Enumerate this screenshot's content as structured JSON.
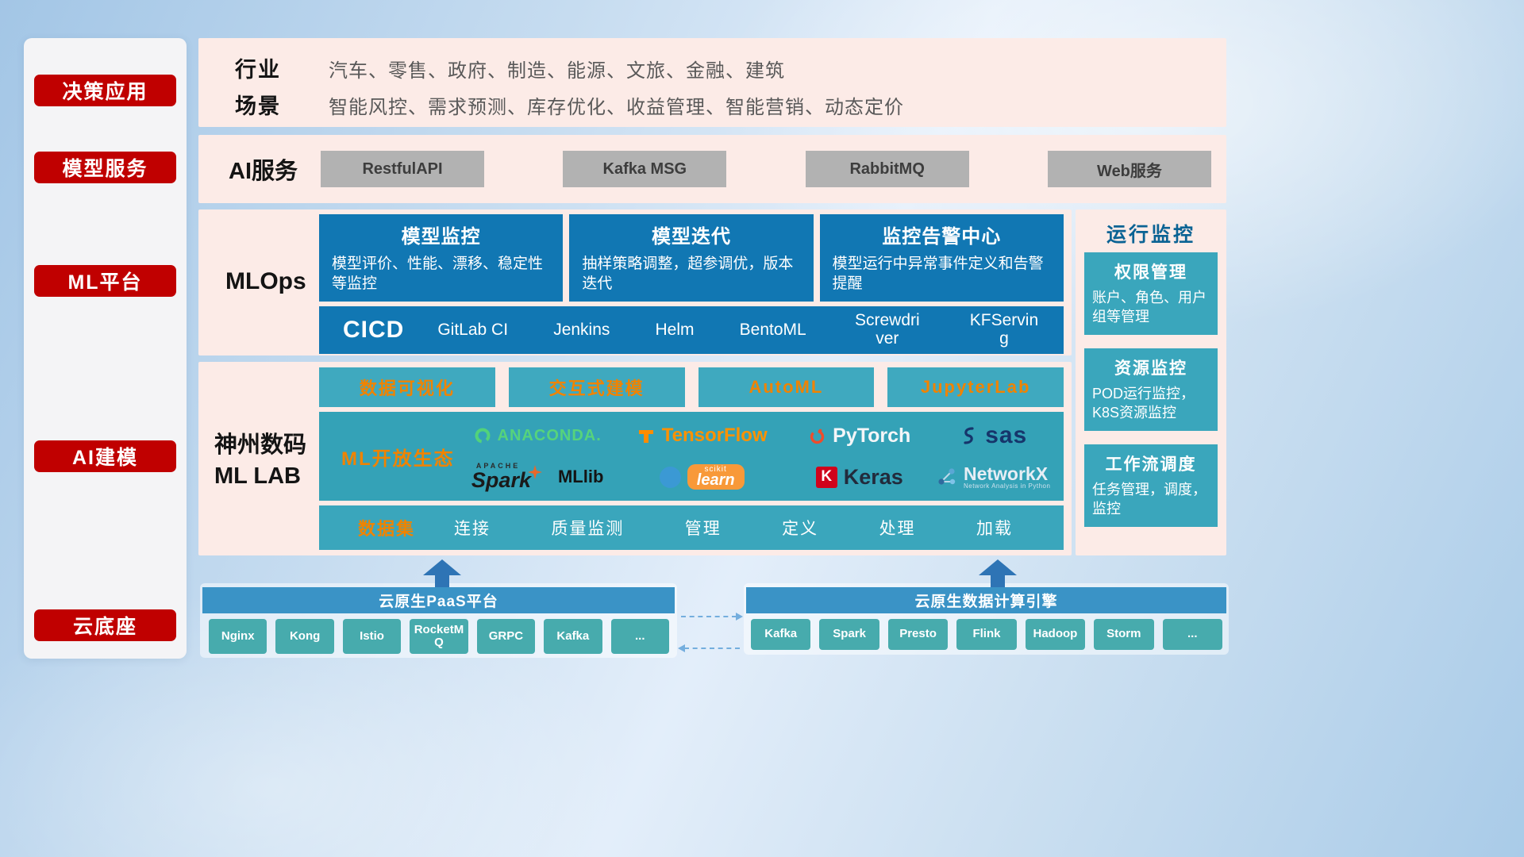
{
  "sidebar": {
    "items": [
      {
        "label": "决策应用"
      },
      {
        "label": "模型服务"
      },
      {
        "label": "ML平台"
      },
      {
        "label": "AI建模"
      },
      {
        "label": "云底座"
      }
    ]
  },
  "industry": {
    "rows": [
      {
        "label": "行业",
        "value": "汽车、零售、政府、制造、能源、文旅、金融、建筑"
      },
      {
        "label": "场景",
        "value": "智能风控、需求预测、库存优化、收益管理、智能营销、动态定价"
      }
    ]
  },
  "ai_service": {
    "label": "AI服务",
    "items": [
      {
        "label": "RestfulAPI"
      },
      {
        "label": "Kafka MSG"
      },
      {
        "label": "RabbitMQ"
      },
      {
        "label": "Web服务"
      }
    ]
  },
  "mlops": {
    "label": "MLOps",
    "cards": [
      {
        "title": "模型监控",
        "desc": "模型评价、性能、漂移、稳定性等监控"
      },
      {
        "title": "模型迭代",
        "desc": "抽样策略调整，超参调优，版本迭代"
      },
      {
        "title": "监控告警中心",
        "desc": "模型运行中异常事件定义和告警提醒"
      }
    ],
    "cicd": {
      "label": "CICD",
      "items": [
        {
          "label": "GitLab CI"
        },
        {
          "label": "Jenkins"
        },
        {
          "label": "Helm"
        },
        {
          "label": "BentoML"
        },
        {
          "label": "Screwdriver"
        },
        {
          "label": "KFServing"
        }
      ]
    }
  },
  "monitor": {
    "title": "运行监控",
    "cards": [
      {
        "title": "权限管理",
        "desc": "账户、角色、用户组等管理"
      },
      {
        "title": "资源监控",
        "desc": "POD运行监控，K8S资源监控"
      },
      {
        "title": "工作流调度",
        "desc": "任务管理，调度，监控"
      }
    ]
  },
  "mllab": {
    "label_line1": "神州数码",
    "label_line2": "ML LAB",
    "tools": [
      {
        "label": "数据可视化"
      },
      {
        "label": "交互式建模"
      },
      {
        "label": "AutoML"
      },
      {
        "label": "JupyterLab"
      }
    ],
    "ecosystem": {
      "label": "ML开放生态",
      "anaconda": "ANACONDA.",
      "tensorflow": "TensorFlow",
      "pytorch": "PyTorch",
      "sas": "sas",
      "spark_apache": "APACHE",
      "spark": "Spark",
      "mllib": "MLlib",
      "scikit_top": "scikit",
      "scikit": "learn",
      "keras_k": "K",
      "keras": "Keras",
      "networkx": "NetworkX",
      "networkx_sub": "Network Analysis in Python"
    },
    "dataset": {
      "label": "数据集",
      "items": [
        {
          "label": "连接"
        },
        {
          "label": "质量监测"
        },
        {
          "label": "管理"
        },
        {
          "label": "定义"
        },
        {
          "label": "处理"
        },
        {
          "label": "加载"
        }
      ]
    }
  },
  "paas": {
    "title": "云原生PaaS平台",
    "items": [
      {
        "label": "Nginx"
      },
      {
        "label": "Kong"
      },
      {
        "label": "Istio"
      },
      {
        "label": "RocketMQ"
      },
      {
        "label": "GRPC"
      },
      {
        "label": "Kafka"
      },
      {
        "label": "..."
      }
    ]
  },
  "engine": {
    "title": "云原生数据计算引擎",
    "items": [
      {
        "label": "Kafka"
      },
      {
        "label": "Spark"
      },
      {
        "label": "Presto"
      },
      {
        "label": "Flink"
      },
      {
        "label": "Hadoop"
      },
      {
        "label": "Storm"
      },
      {
        "label": "..."
      }
    ]
  },
  "colors": {
    "accent_red": "#c00000",
    "panel_pink": "#fcebe7",
    "card_blue": "#1177b3",
    "teal": "#3aa6bc",
    "orange": "#f08300",
    "header_blue": "#3a93c6",
    "chip_teal": "#47abad"
  }
}
